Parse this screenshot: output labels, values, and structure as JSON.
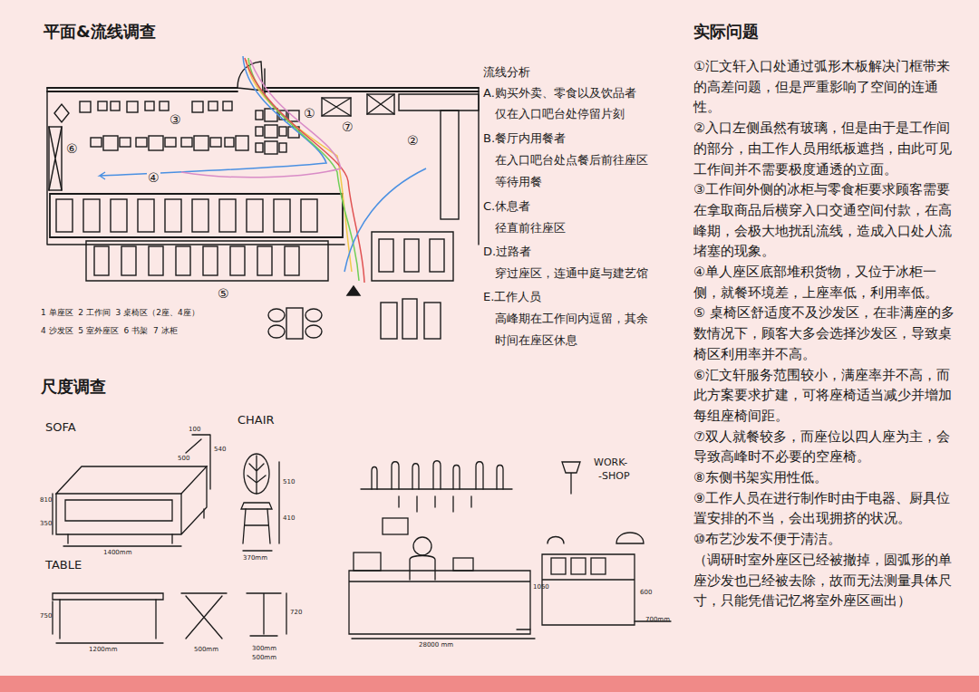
{
  "diagram": {
    "labels": [
      "平面&流线调查",
      "①",
      "②",
      "③",
      "④",
      "⑤",
      "⑥",
      "⑦",
      "1 单座区  2 工作间  3 桌椅区（2座、4座）",
      "4 沙发区  5 室外座区  6 书架  7 冰柜",
      "流线分析",
      "A.购买外卖、零食以及饮品者",
      "仅在入口吧台处停留片刻",
      "B.餐厅内用餐者",
      "在入口吧台处点餐后前往座区",
      "等待用餐",
      "C.休息者",
      "径直前往座区",
      "D.过路者",
      "穿过座区，连通中庭与建艺馆",
      "E.工作人员",
      "高峰期在工作间内逗留，其余",
      "时间在座区休息",
      "尺度调查",
      "SOFA",
      "CHAIR",
      "TABLE",
      "WORK-",
      "-SHOP",
      "100",
      "540",
      "500",
      "810",
      "350",
      "1400mm",
      "510",
      "410",
      "370mm",
      "750",
      "1200mm",
      "500mm",
      "720",
      "300mm",
      "500mm",
      "28000 mm",
      "1050",
      "700mm",
      "600",
      "实际问题",
      "①汇文轩入口处通过弧形木板解决门框带来的高差问题，但是严重影响了空间的连通性。",
      "②入口左侧虽然有玻璃，但是由于是工作间的部分，由工作人员用纸板遮挡，由此可见工作间并不需要极度通透的立面。",
      "③工作间外侧的冰柜与零食柜要求顾客需要在拿取商品后横穿入口交通空间付款，在高峰期，会极大地扰乱流线，造成入口处人流堵塞的现象。",
      "④单人座区底部堆积货物，又位于冰柜一侧，就餐环境差，上座率低，利用率低。",
      "⑤ 桌椅区舒适度不及沙发区，在非满座的多数情况下，顾客大多会选择沙发区，导致桌椅区利用率并不高。",
      "⑥汇文轩服务范围较小，满座率并不高，而此方案要求扩建，可将座椅适当减少并增加每组座椅间距。",
      "⑦双人就餐较多，而座位以四人座为主，会导致高峰时不必要的空座椅。",
      "⑧东侧书架实用性低。",
      "⑨工作人员在进行制作时由于电器、厨具位置安排的不当，会出现拥挤的状况。",
      "⑩布艺沙发不便于清洁。",
      "（调研时室外座区已经被撤掉，圆弧形的单座沙发也已经被去除，故而无法测量具体尺寸，只能凭借记忆将室外座区画出）"
    ]
  }
}
